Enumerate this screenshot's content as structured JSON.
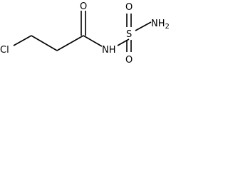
{
  "molecule": {
    "atoms": {
      "chlorine": "Cl",
      "carbonyl_oxygen": "O",
      "amide_nitrogen": "NH",
      "sulfur": "S",
      "sulfonyl_oxygen_top": "O",
      "sulfonyl_oxygen_bottom": "O",
      "sulfonamide_nitrogen": "NH",
      "sulfonamide_h_subscript": "2"
    }
  }
}
